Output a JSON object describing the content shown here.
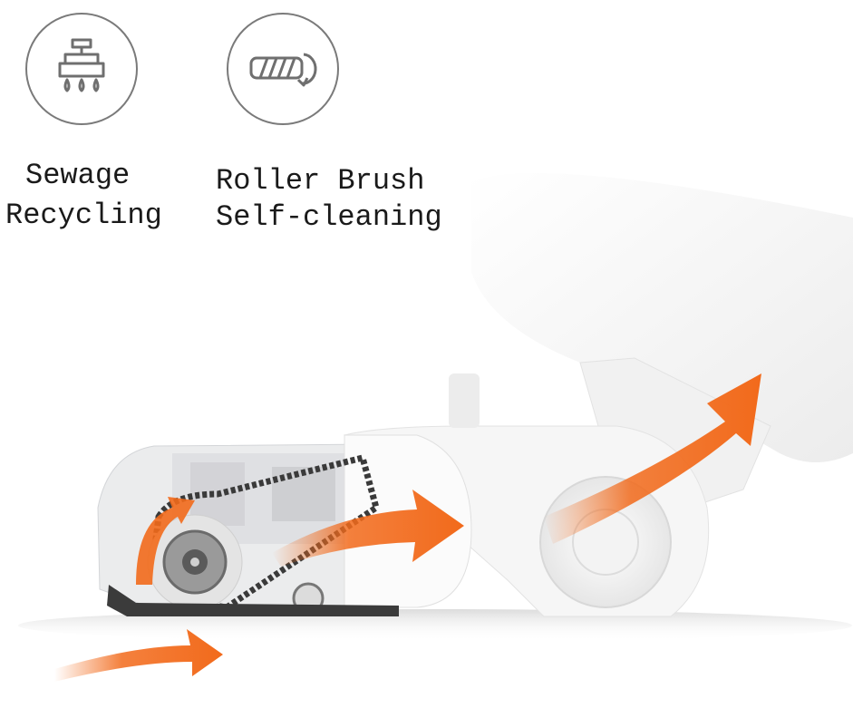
{
  "features": [
    {
      "label_line1": "Sewage",
      "label_line2": "Recycling",
      "icon": "sewage-recycling-icon"
    },
    {
      "label_line1": "Roller Brush",
      "label_line2": "Self-cleaning",
      "icon": "roller-brush-icon"
    }
  ],
  "colors": {
    "arrow": "#f26a1b",
    "icon_stroke": "#6f6f6f",
    "text": "#1a1a1a",
    "body": "#f4f4f4"
  }
}
